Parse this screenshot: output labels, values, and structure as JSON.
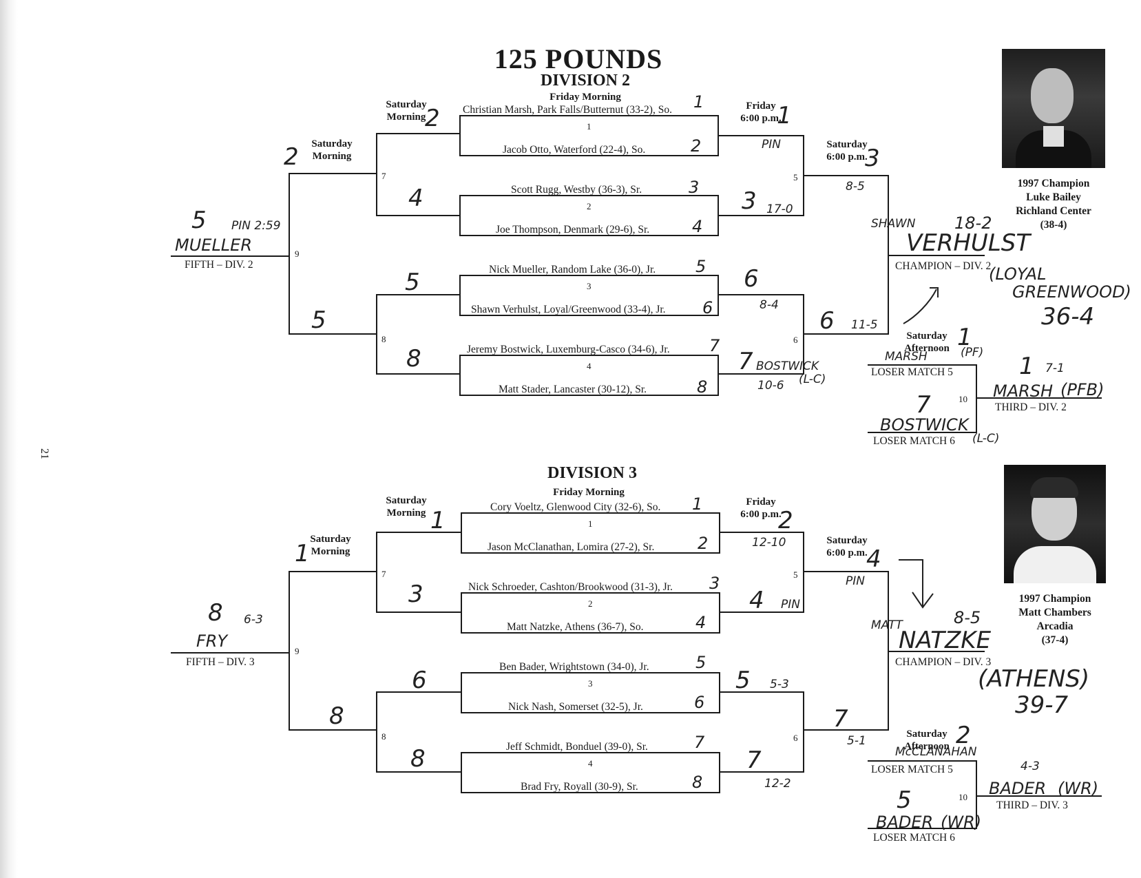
{
  "title": "125 POUNDS",
  "page_number": "21",
  "labels": {
    "friday_morning": "Friday Morning",
    "saturday_morning_1": "Saturday",
    "saturday_morning_2": "Morning",
    "friday_evening_1": "Friday",
    "friday_evening_2": "6:00 p.m.",
    "saturday_evening_1": "Saturday",
    "saturday_evening_2": "6:00 p.m.",
    "saturday_afternoon_1": "Saturday",
    "saturday_afternoon_2": "Afternoon",
    "loser_match_5": "LOSER MATCH 5",
    "loser_match_6": "LOSER MATCH 6",
    "match_1": "1",
    "match_2": "2",
    "match_3": "3",
    "match_4": "4",
    "match_5": "5",
    "match_6": "6",
    "match_7": "7",
    "match_8": "8",
    "match_9": "9",
    "match_10": "10"
  },
  "div2": {
    "heading": "DIVISION 2",
    "wrestlers": [
      "Christian Marsh, Park Falls/Butternut (33-2), So.",
      "Jacob Otto, Waterford (22-4), So.",
      "Scott Rugg, Westby (36-3), Sr.",
      "Joe Thompson, Denmark (29-6), Sr.",
      "Nick Mueller, Random Lake (36-0), Jr.",
      "Shawn Verhulst, Loyal/Greenwood (33-4), Jr.",
      "Jeremy Bostwick, Luxemburg-Casco (34-6), Jr.",
      "Matt Stader, Lancaster (30-12), Sr."
    ],
    "fifth": "FIFTH – DIV. 2",
    "champion": "CHAMPION – DIV. 2",
    "third": "THIRD – DIV. 2",
    "prev_champ": [
      "1997 Champion",
      "Luke Bailey",
      "Richland Center",
      "(38-4)"
    ],
    "hand": {
      "seed_1": "1",
      "seed_2": "2",
      "seed_3": "3",
      "seed_4": "4",
      "seed_5": "5",
      "seed_6": "6",
      "seed_7": "7",
      "seed_8": "8",
      "sm7_top": "2",
      "sm7_bot": "4",
      "sm8_top": "5",
      "sm8_bot": "8",
      "sm9_top": "2",
      "sm9_bot": "5",
      "fri1": "1",
      "fri1_score": "PIN",
      "fri2": "3",
      "fri2_score": "17-0",
      "fri3": "6",
      "fri3_score": "8-4",
      "fri4": "7",
      "fri4_name": "BOSTWICK",
      "fri4_score": "10-6",
      "fri4_school": "(L-C)",
      "sat5": "3",
      "sat5_score": "8-5",
      "sat6": "6",
      "sat6_score": "11-5",
      "fifth_seed": "5",
      "fifth_score": "PIN 2:59",
      "fifth_name": "MUELLER",
      "champ_first": "SHAWN",
      "champ_record_score": "18-2",
      "champ_last": "VERHULST",
      "champ_school_1": "(LOYAL",
      "champ_school_2": "GREENWOOD)",
      "champ_record": "36-4",
      "aft_seed": "1",
      "l5_name": "MARSH",
      "l5_school": "(PF)",
      "l6_seed": "7",
      "l6_name": "BOSTWICK",
      "l6_school": "(L-C)",
      "third_seed": "1",
      "third_score": "7-1",
      "third_name": "MARSH",
      "third_school": "(PFB)"
    }
  },
  "div3": {
    "heading": "DIVISION 3",
    "wrestlers": [
      "Cory Voeltz, Glenwood City (32-6), So.",
      "Jason McClanathan, Lomira (27-2), Sr.",
      "Nick Schroeder, Cashton/Brookwood (31-3), Jr.",
      "Matt Natzke, Athens (36-7), So.",
      "Ben Bader, Wrightstown (34-0), Jr.",
      "Nick Nash, Somerset (32-5), Jr.",
      "Jeff Schmidt, Bonduel (39-0), Sr.",
      "Brad Fry, Royall (30-9), Sr."
    ],
    "fifth": "FIFTH – DIV. 3",
    "champion": "CHAMPION – DIV. 3",
    "third": "THIRD – DIV. 3",
    "prev_champ": [
      "1997 Champion",
      "Matt Chambers",
      "Arcadia",
      "(37-4)"
    ],
    "hand": {
      "seed_1": "1",
      "seed_2": "2",
      "seed_3": "3",
      "seed_4": "4",
      "seed_5": "5",
      "seed_6": "6",
      "seed_7": "7",
      "seed_8": "8",
      "sm7_top": "1",
      "sm7_bot": "3",
      "sm8_top": "6",
      "sm8_bot": "8",
      "sm9_top": "1",
      "sm9_bot": "8",
      "fri1": "2",
      "fri1_score": "12-10",
      "fri2": "4",
      "fri2_score": "PIN",
      "fri3": "5",
      "fri3_score": "5-3",
      "fri4": "7",
      "fri4_score": "12-2",
      "sat5": "4",
      "sat5_score": "PIN",
      "sat6": "7",
      "sat6_score": "5-1",
      "fifth_seed": "8",
      "fifth_score": "6-3",
      "fifth_name": "FRY",
      "champ_first": "MATT",
      "champ_record_score": "8-5",
      "champ_last": "NATZKE",
      "champ_school": "(ATHENS)",
      "champ_record": "39-7",
      "aft_seed": "2",
      "l5_name": "McCLANAHAN",
      "l6_seed": "5",
      "l6_name": "BADER",
      "l6_school": "(WR)",
      "third_score": "4-3",
      "third_name": "BADER",
      "third_school": "(WR)"
    }
  },
  "colors": {
    "ink": "#1a1a1a",
    "paper": "#ffffff",
    "photo_bg": "#2a2a2a"
  }
}
